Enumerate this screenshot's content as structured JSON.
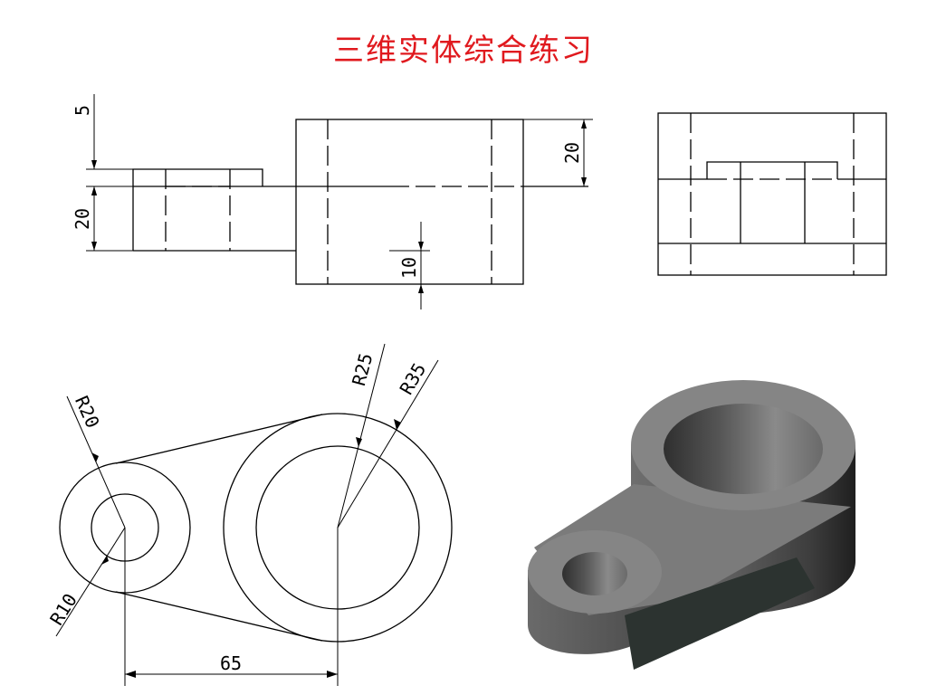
{
  "title": "三维实体综合练习",
  "colors": {
    "title": "#e0191e",
    "lines": "#000000"
  },
  "views": {
    "front": {
      "dimensions": [
        {
          "id": "dim-5",
          "text": "5"
        },
        {
          "id": "dim-20-left",
          "text": "20"
        },
        {
          "id": "dim-20-right",
          "text": "20"
        },
        {
          "id": "dim-10",
          "text": "10"
        }
      ]
    },
    "top": {
      "dimensions": [
        {
          "id": "dim-r20",
          "text": "R20"
        },
        {
          "id": "dim-r10",
          "text": "R10"
        },
        {
          "id": "dim-r25",
          "text": "R25"
        },
        {
          "id": "dim-r35",
          "text": "R35"
        },
        {
          "id": "dim-65",
          "text": "65"
        }
      ]
    }
  }
}
